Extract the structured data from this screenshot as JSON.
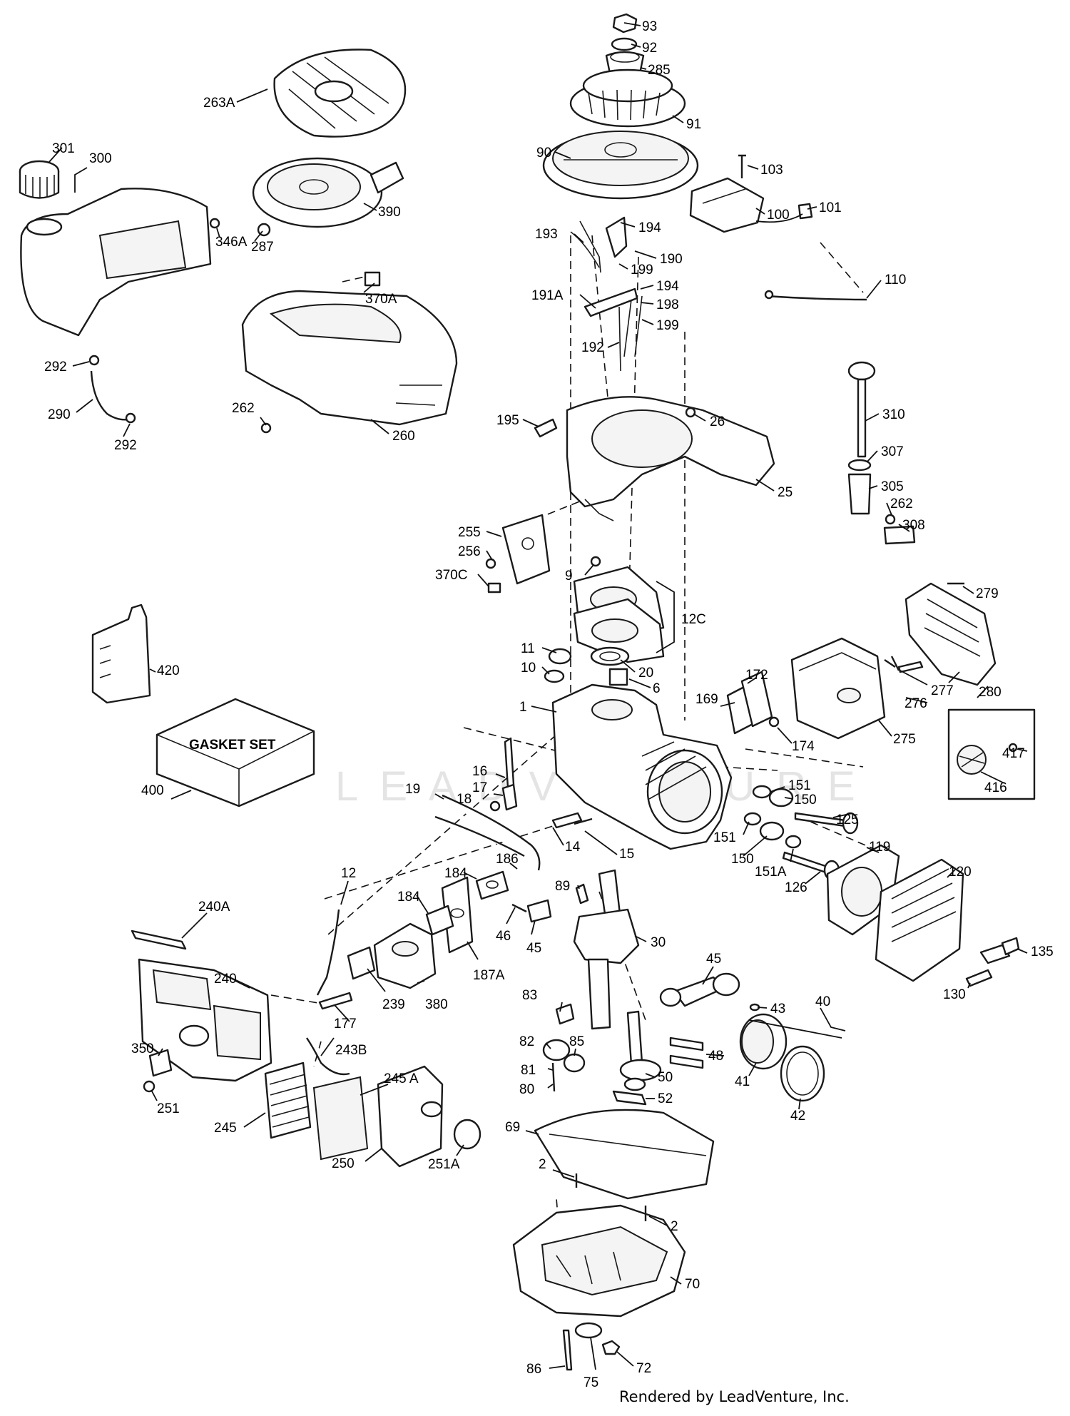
{
  "watermark": "LEADVENTURE",
  "credit": "Rendered by LeadVenture, Inc.",
  "gasket_set_label": "GASKET SET",
  "callouts": {
    "c93": "93",
    "c92": "92",
    "c285": "285",
    "c91": "91",
    "c90": "90",
    "c263A": "263A",
    "c390": "390",
    "c287": "287",
    "c301": "301",
    "c300": "300",
    "c346A": "346A",
    "c370A": "370A",
    "c292a": "292",
    "c290": "290",
    "c292b": "292",
    "c262a": "262",
    "c260": "260",
    "c103": "103",
    "c100": "100",
    "c101": "101",
    "c110": "110",
    "c194a": "194",
    "c193": "193",
    "c190": "190",
    "c199a": "199",
    "c191A": "191A",
    "c194b": "194",
    "c198": "198",
    "c199b": "199",
    "c192": "192",
    "c195": "195",
    "c26": "26",
    "c25": "25",
    "c310": "310",
    "c307": "307",
    "c305": "305",
    "c262b": "262",
    "c308": "308",
    "c255": "255",
    "c256": "256",
    "c370C": "370C",
    "c9": "9",
    "c12C": "12C",
    "c11": "11",
    "c10": "10",
    "c20": "20",
    "c6": "6",
    "c1": "1",
    "c172": "172",
    "c169": "169",
    "c174": "174",
    "c279": "279",
    "c277": "277",
    "c276": "276",
    "c280": "280",
    "c275": "275",
    "c417": "417",
    "c416": "416",
    "c420": "420",
    "c400": "400",
    "c16": "16",
    "c17": "17",
    "c18": "18",
    "c19": "19",
    "c14": "14",
    "c15": "15",
    "c151a": "151",
    "c150a": "150",
    "c151b": "151",
    "c150b": "150",
    "c151A": "151A",
    "c125": "125",
    "c126": "126",
    "c119": "119",
    "c120": "120",
    "c135": "135",
    "c130": "130",
    "c186": "186",
    "c184a": "184",
    "c184b": "184",
    "c187A": "187A",
    "c12": "12",
    "c240A": "240A",
    "c89": "89",
    "c30": "30",
    "c46": "46",
    "c45a": "45",
    "c240": "240",
    "c239": "239",
    "c380": "380",
    "c177": "177",
    "c243B": "243B",
    "c350": "350",
    "c251": "251",
    "c245": "245",
    "c245A": "245 A",
    "c250": "250",
    "c251A": "251A",
    "c45b": "45",
    "c40": "40",
    "c43": "43",
    "c48": "48",
    "c41": "41",
    "c42": "42",
    "c83": "83",
    "c82": "82",
    "c85": "85",
    "c81": "81",
    "c80": "80",
    "c50": "50",
    "c52": "52",
    "c69": "69",
    "c2a": "2",
    "c2b": "2",
    "c70": "70",
    "c86": "86",
    "c75": "75",
    "c72": "72"
  }
}
